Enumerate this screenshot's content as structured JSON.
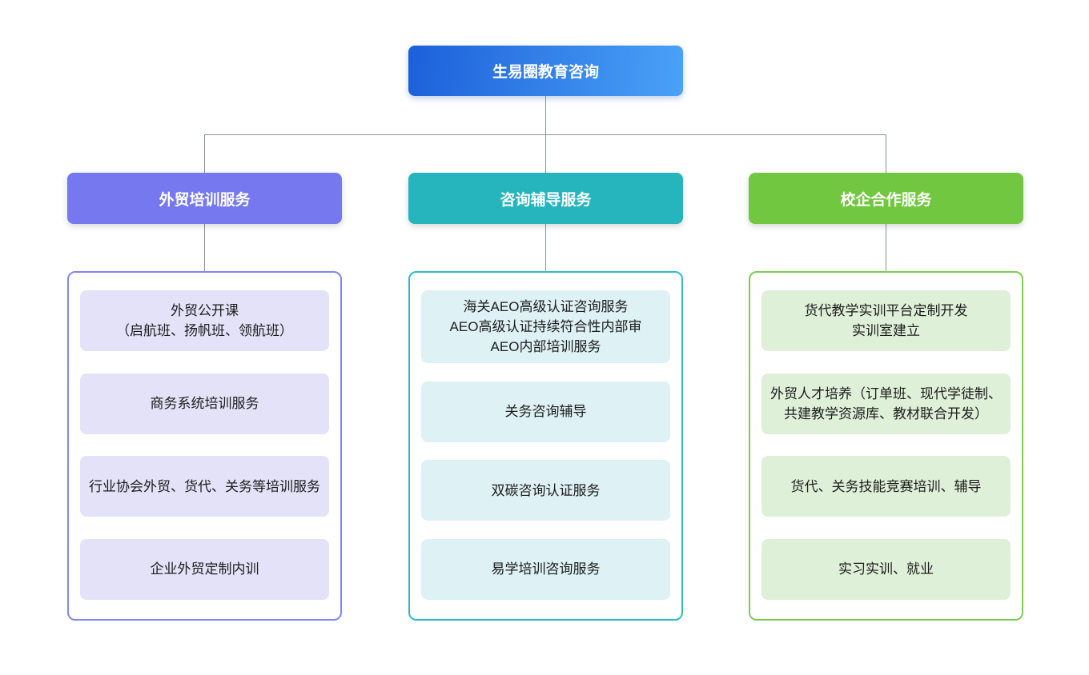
{
  "root": {
    "label": "生易圈教育咨询"
  },
  "palette": {
    "root_gradient_start": "#1c60da",
    "root_gradient_end": "#4aa2f7",
    "column1_accent": "#7578ee",
    "column1_item_bg": "#e4e2f8",
    "column2_accent": "#26b4bd",
    "column2_item_bg": "#def1f4",
    "column3_accent": "#71c840",
    "column3_item_bg": "#dff0d9",
    "connector_line": "#85919d",
    "item_text": "#1c1c1c"
  },
  "columns": [
    {
      "label": "外贸培训服务",
      "items": [
        {
          "text": "外贸公开课\n（启航班、扬帆班、领航班）"
        },
        {
          "text": "商务系统培训服务"
        },
        {
          "text": "行业协会外贸、货代、关务等培训服务"
        },
        {
          "text": "企业外贸定制内训"
        }
      ]
    },
    {
      "label": "咨询辅导服务",
      "items": [
        {
          "text": "海关AEO高级认证咨询服务\nAEO高级认证持续符合性内部审\nAEO内部培训服务"
        },
        {
          "text": "关务咨询辅导"
        },
        {
          "text": "双碳咨询认证服务"
        },
        {
          "text": "易学培训咨询服务"
        }
      ]
    },
    {
      "label": "校企合作服务",
      "items": [
        {
          "text": "货代教学实训平台定制开发\n实训室建立"
        },
        {
          "text": "外贸人才培养（订单班、现代学徒制、共建教学资源库、教材联合开发）"
        },
        {
          "text": "货代、关务技能竞赛培训、辅导"
        },
        {
          "text": "实习实训、就业"
        }
      ]
    }
  ]
}
